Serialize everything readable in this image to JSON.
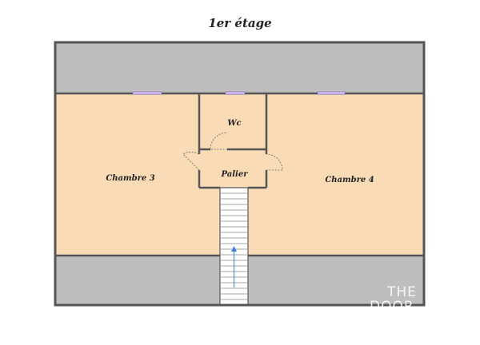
{
  "title": "1er étage",
  "rooms": {
    "chambre3": "Chambre 3",
    "chambre4": "Chambre 4",
    "wc": "Wc",
    "palier": "Palier"
  },
  "watermark": {
    "line1": "THE",
    "line2": "DOOR"
  },
  "colors": {
    "room_fill": "#f9dcb6",
    "roof_fill": "#bebebe",
    "wall": "#555555",
    "window": "#c9b3e6",
    "arrow": "#3d7fd6"
  }
}
